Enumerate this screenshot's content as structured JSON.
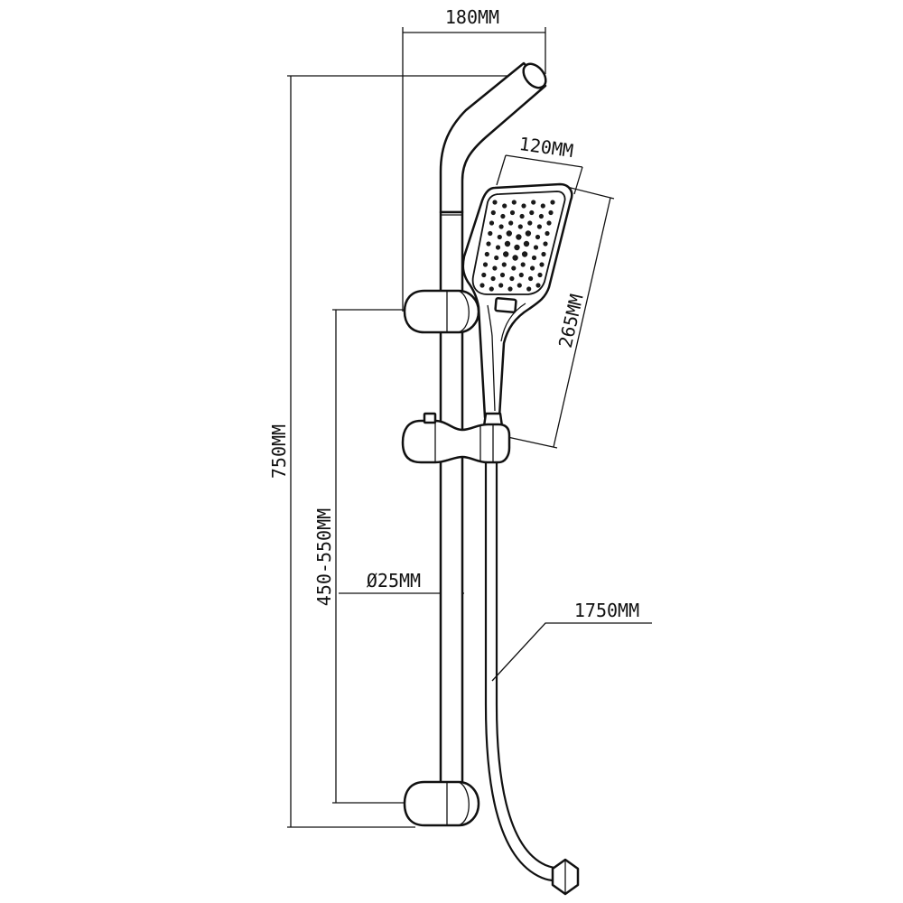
{
  "drawing": {
    "subject": "shower slide rail set",
    "line_color": "#111111",
    "background_color": "#ffffff"
  },
  "dimensions": {
    "arm_width": "180MM",
    "head_width": "120MM",
    "handheld_length": "265MM",
    "total_height": "750MM",
    "rail_adjust_range": "450-550MM",
    "tube_diameter": "Ø25MM",
    "hose_length": "1750MM"
  }
}
